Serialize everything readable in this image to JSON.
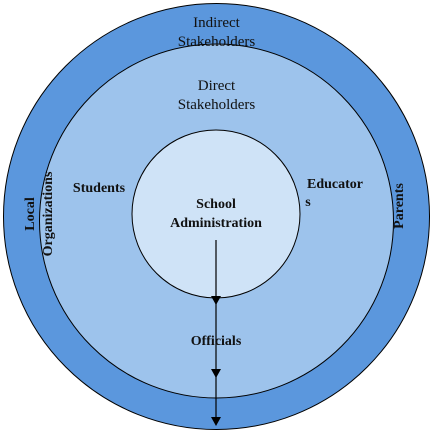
{
  "diagram": {
    "outer_ring": {
      "title_line1": "Indirect",
      "title_line2": "Stakeholders",
      "left_line1": "Local",
      "left_line2": "Organizations",
      "right_label": "Parents",
      "fill": "#5b97dd"
    },
    "middle_ring": {
      "title_line1": "Direct",
      "title_line2": "Stakeholders",
      "left_label": "Students",
      "right_line1": "Educator",
      "right_line2": "s",
      "bottom_label": "Officials",
      "fill": "#9dc3ec"
    },
    "inner_circle": {
      "line1": "School",
      "line2": "Administration",
      "fill": "#cfe3f7"
    },
    "stroke": "#000000"
  }
}
